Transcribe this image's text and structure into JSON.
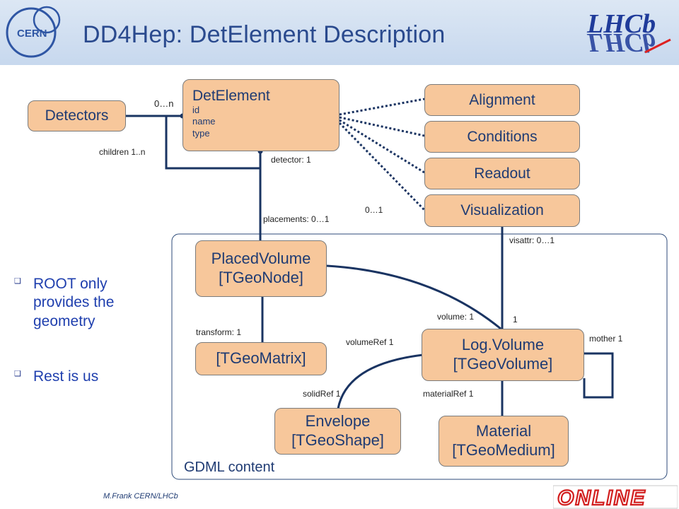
{
  "header": {
    "title": "DD4Hep: DetElement Description",
    "cern_logo_text": "CERN",
    "lhcb_logo_text": "LHCb"
  },
  "boxes": {
    "detectors": "Detectors",
    "detelement": {
      "title": "DetElement",
      "attrs": [
        "id",
        "name",
        "type"
      ]
    },
    "alignment": "Alignment",
    "conditions": "Conditions",
    "readout": "Readout",
    "visualization": "Visualization",
    "placedvolume": [
      "PlacedVolume",
      "[TGeoNode]"
    ],
    "tgeomatrix": "[TGeoMatrix]",
    "logvolume": [
      "Log.Volume",
      "[TGeoVolume]"
    ],
    "envelope": [
      "Envelope",
      "[TGeoShape]"
    ],
    "material": [
      "Material",
      "[TGeoMedium]"
    ]
  },
  "labels": {
    "zero_n": "0…n",
    "children": "children 1..n",
    "detector": "detector: 1",
    "placements": "placements: 0…1",
    "zero_one": "0…1",
    "visattr": "visattr: 0…1",
    "transform": "transform: 1",
    "volume": "volume: 1",
    "one": "1",
    "mother": "mother  1",
    "volumeref": "volumeRef 1",
    "solidref": "solidRef 1",
    "materialref": "materialRef  1",
    "gdml": "GDML content"
  },
  "bullets": [
    "ROOT only provides the geometry",
    "Rest is us"
  ],
  "footer": {
    "author": "M.Frank CERN/LHCb",
    "logo_text": "ONLINE"
  }
}
